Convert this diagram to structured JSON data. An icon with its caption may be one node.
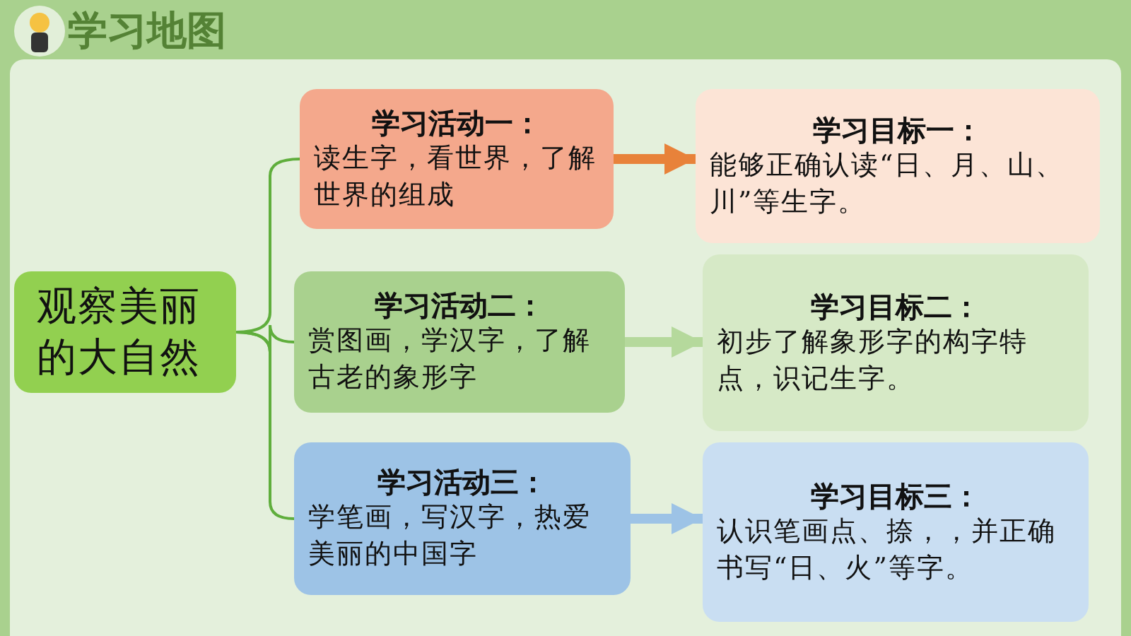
{
  "diagram": {
    "title": "学习地图",
    "nodes": [
      {
        "text": [
          "观察美丽的大自然"
        ]
      },
      {
        "text": [
          "学习活动一：",
          "读生字，看世界，了解世界的组成"
        ]
      },
      {
        "text": [
          "学习活动二：",
          "赏图画，学汉字，了解古老的象形字"
        ]
      },
      {
        "text": [
          "学习活动三：",
          "学笔画，写汉字，热爱美丽的中国字"
        ]
      },
      {
        "text": [
          "学习目标一：",
          "能够正确认读“日、月、山、川”等生字。"
        ]
      },
      {
        "text": [
          "学习目标二：",
          "初步了解象形字的构字特点，识记生字。"
        ]
      },
      {
        "text": [
          "学习目标三：",
          "认识笔画点、捺，，并正确书写“日、火”等字。"
        ]
      }
    ],
    "edges": [
      {
        "from": 0,
        "to": 1,
        "arrow": "none"
      },
      {
        "from": 0,
        "to": 2,
        "arrow": "none"
      },
      {
        "from": 0,
        "to": 3,
        "arrow": "none"
      },
      {
        "from": 1,
        "to": 4,
        "arrow": "to",
        "style": "thick",
        "color": "#e8823a"
      },
      {
        "from": 2,
        "to": 5,
        "arrow": "to",
        "style": "thick",
        "color": "#b5d99c"
      },
      {
        "from": 3,
        "to": 6,
        "arrow": "to",
        "style": "thick",
        "color": "#9dc3e6"
      }
    ]
  }
}
